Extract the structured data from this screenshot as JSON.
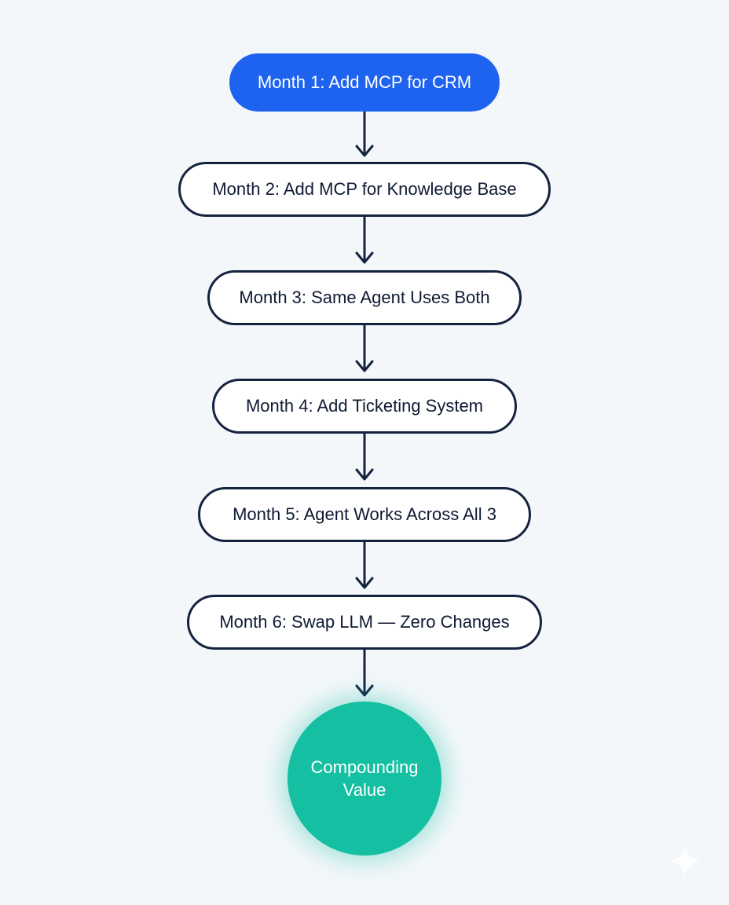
{
  "steps": [
    {
      "label": "Month 1: Add MCP for CRM"
    },
    {
      "label": "Month 2: Add MCP for Knowledge Base"
    },
    {
      "label": "Month 3: Same Agent Uses Both"
    },
    {
      "label": "Month 4: Add Ticketing System"
    },
    {
      "label": "Month 5: Agent Works Across All 3"
    },
    {
      "label": "Month 6: Swap LLM — Zero Changes"
    }
  ],
  "outcome": {
    "line1": "Compounding",
    "line2": "Value"
  },
  "colors": {
    "background": "#f3f7fa",
    "first_step": "#1e63f0",
    "outline": "#15233f",
    "outcome": "#14bfa2"
  },
  "icons": {
    "arrows": "arrow-down-icon",
    "corner": "sparkle-icon"
  }
}
